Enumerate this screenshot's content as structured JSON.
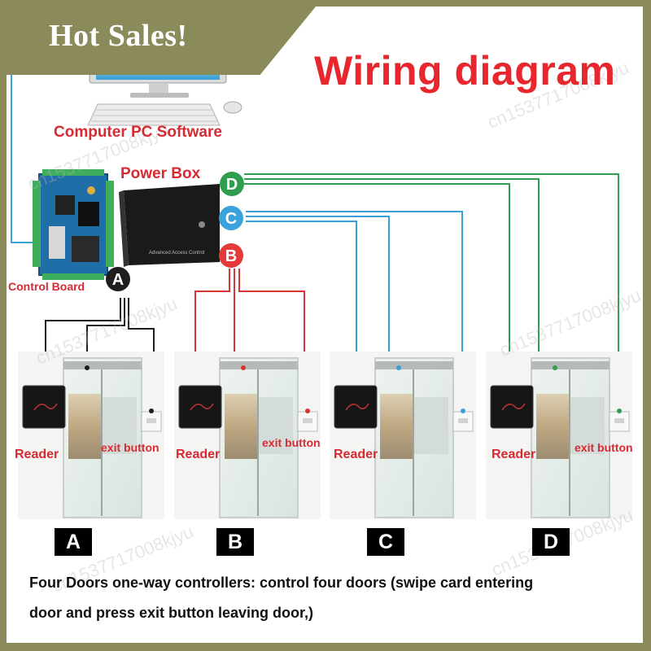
{
  "badge": {
    "text": "Hot Sales!"
  },
  "title": "Wiring diagram",
  "computer_label": "Computer PC Software",
  "power_box_label": "Power Box",
  "power_box_panel_text": "Advanced Access Control",
  "control_board_label": "Control Board",
  "bus_labels": [
    "A",
    "B",
    "C",
    "D"
  ],
  "doors": [
    {
      "letter": "A",
      "reader_label": "Reader",
      "exit_label": "exit button",
      "wire_color": "#1e1e1e"
    },
    {
      "letter": "B",
      "reader_label": "Reader",
      "exit_label": "exit button",
      "wire_color": "#d83434"
    },
    {
      "letter": "C",
      "reader_label": "Reader",
      "exit_label": "exit button",
      "wire_color": "#3a9fd8"
    },
    {
      "letter": "D",
      "reader_label": "Reader",
      "exit_label": "exit button",
      "wire_color": "#2f9f4f"
    }
  ],
  "caption": {
    "line1": "Four Doors one-way controllers: control four doors (swipe card entering",
    "line2": "door and press exit button leaving door,)"
  },
  "watermark": "cn1537717008kjyu",
  "colors": {
    "bus_a": "#1e1e1e",
    "bus_b": "#e53a3a",
    "bus_c": "#3aa3dc",
    "bus_d": "#2f9f4f",
    "pc_link": "#3aa3dc",
    "title": "#e8262d",
    "badge": "#8a8a5a"
  }
}
